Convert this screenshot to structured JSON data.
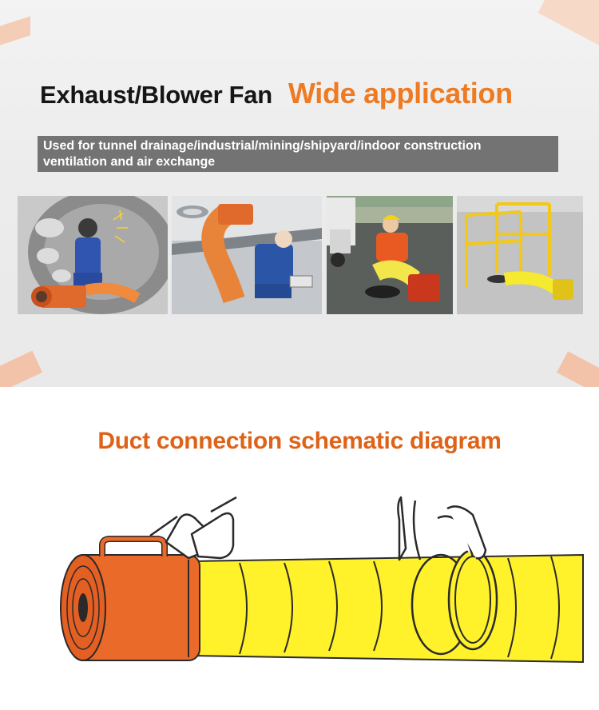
{
  "header": {
    "title": "Exhaust/Blower Fan",
    "accent": "Wide application"
  },
  "description": {
    "line1": "Used for tunnel drainage/industrial/mining/shipyard/indoor construction",
    "line2": "ventilation and air exchange"
  },
  "applications": [
    {
      "scene": "tunnel-welding"
    },
    {
      "scene": "rooftop-duct-worker"
    },
    {
      "scene": "manhole-worker-with-duct"
    },
    {
      "scene": "manhole-guard-rail-and-fan"
    }
  ],
  "schematic": {
    "title": "Duct connection schematic diagram"
  },
  "colors": {
    "accent_orange": "#ee7a22",
    "title_orange": "#de6218",
    "duct_yellow": "#fff12a",
    "fan_orange": "#ea6a2a",
    "desc_bg": "#737373"
  }
}
